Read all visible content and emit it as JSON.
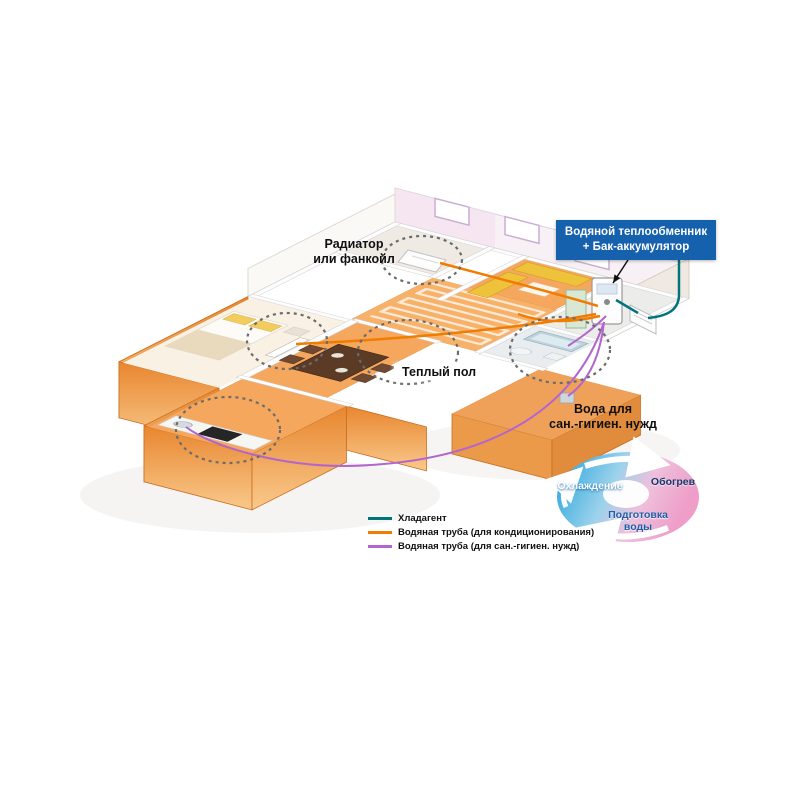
{
  "callouts": {
    "radiator_line1": "Радиатор",
    "radiator_line2": "или фанкойл",
    "heat_exchanger_line1": "Водяной теплообменник",
    "heat_exchanger_line2": "+ Бак-аккумулятор",
    "warm_floor": "Теплый пол",
    "sanitary_water_line1": "Вода для",
    "sanitary_water_line2": "сан.-гигиен. нужд"
  },
  "legend": {
    "items": [
      {
        "label": "Хладагент",
        "color": "#00737c"
      },
      {
        "label": "Водяная труба (для кондиционирования)",
        "color": "#f07d00"
      },
      {
        "label": "Водяная труба (для сан.-гигиен. нужд)",
        "color": "#b266cc"
      }
    ]
  },
  "cycle": {
    "cooling": "Охлаждение",
    "heating": "Обогрев",
    "water_preparation": "Подготовка воды"
  },
  "colors": {
    "refrigerant_pipe": "#00737c",
    "conditioning_pipe": "#f07d00",
    "sanitary_pipe": "#b266cc",
    "callout_box": "#1661ae",
    "floor_orange": "#f5a75d"
  }
}
